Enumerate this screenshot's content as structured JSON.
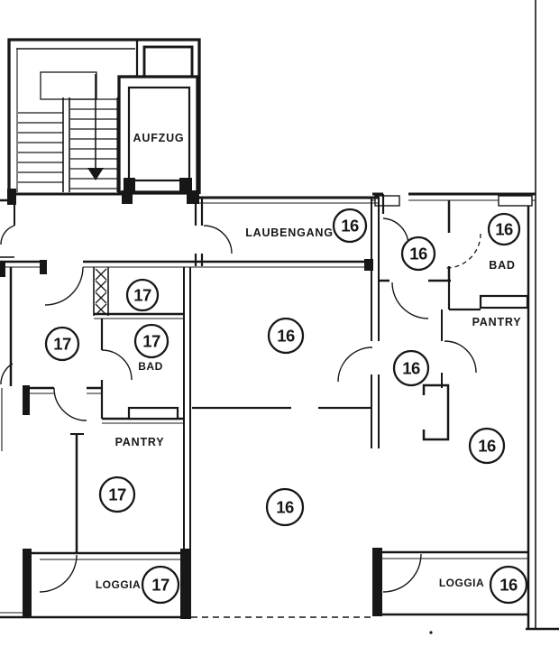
{
  "plan": {
    "labels": {
      "elevator": "AUFZUG",
      "gallery": "LAUBENGANG",
      "bath_right": "BAD",
      "bath_left": "BAD",
      "pantry_right": "PANTRY",
      "pantry_left": "PANTRY",
      "loggia_left": "LOGGIA",
      "loggia_right": "LOGGIA"
    },
    "badges": {
      "laubengang": "16",
      "vestibule": "16",
      "bath_right": "16",
      "cabinet_left": "17",
      "living_left": "17",
      "bath_left": "17",
      "upper_center": "16",
      "hall_right": "16",
      "room_right": "16",
      "lower_left": "17",
      "lower_center": "16",
      "loggia_left": "17",
      "loggia_right": "16"
    },
    "colors": {
      "ink": "#171717",
      "paper": "#ffffff"
    }
  }
}
